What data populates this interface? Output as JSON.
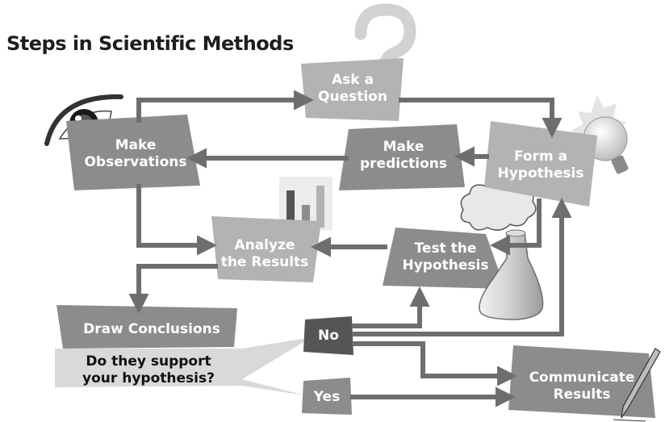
{
  "title": "Steps in Scientific Methods",
  "steps": {
    "ask": [
      "Ask a",
      "Question"
    ],
    "observe": [
      "Make",
      "Observations"
    ],
    "predict": [
      "Make",
      "predictions"
    ],
    "hypothesis": [
      "Form a",
      "Hypothesis"
    ],
    "analyze": [
      "Analyze",
      "the Results"
    ],
    "test": [
      "Test the",
      "Hypothesis"
    ],
    "conclude": "Draw Conclusions",
    "question": [
      "Do they support",
      "your hypothesis?"
    ],
    "no": "No",
    "yes": "Yes",
    "communicate": [
      "Communicate",
      "Results"
    ]
  },
  "colors": {
    "box_light": "#b3b3b3",
    "box_mid": "#8c8c8c",
    "box_dark": "#555555",
    "arrow": "#6e6e6e",
    "callout": "#d9d9d9"
  },
  "icons": [
    "question-mark-icon",
    "eye-icon",
    "light-bulb-icon",
    "bar-chart-icon",
    "cloud-icon",
    "flask-icon",
    "pencil-icon"
  ]
}
